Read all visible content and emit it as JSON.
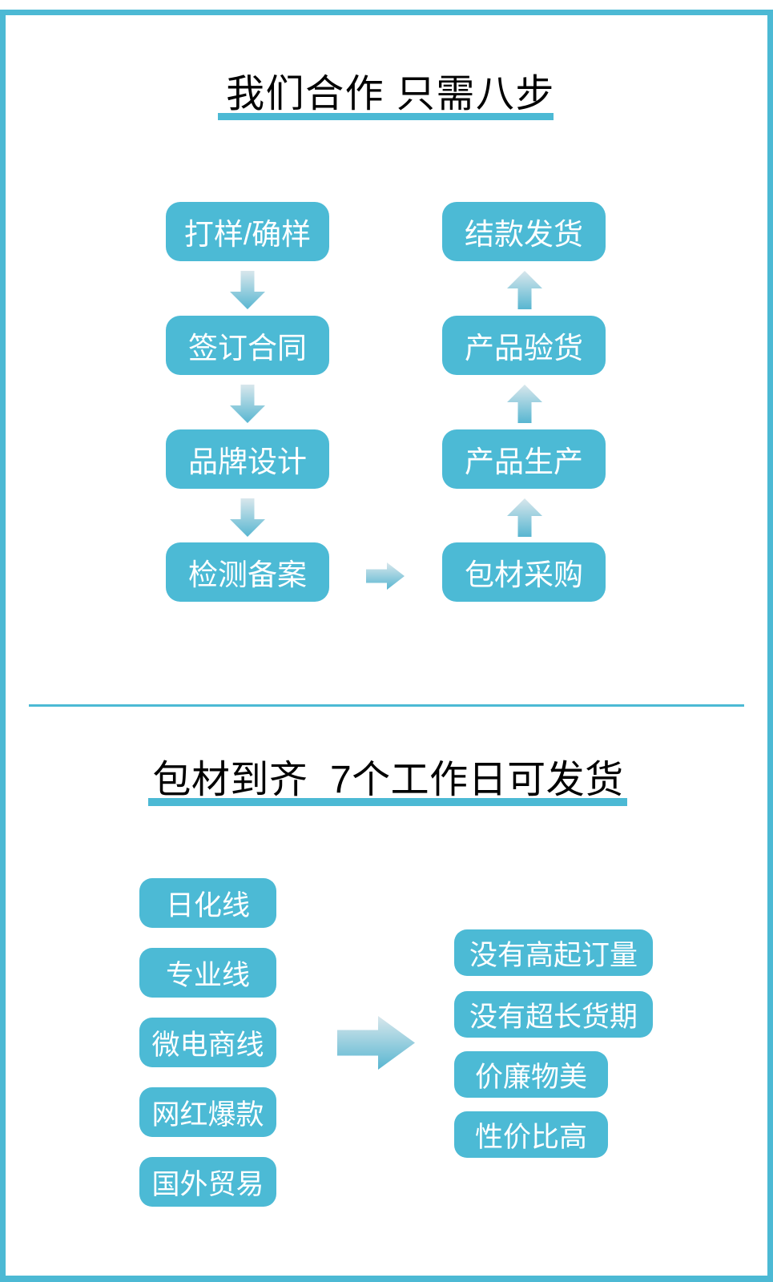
{
  "colors": {
    "accent": "#4cb9d4",
    "box_fill": "#4cbad5",
    "box_text": "#ffffff",
    "title_text": "#000000",
    "arrow_gradient_top": "#d8e7ec",
    "arrow_gradient_bottom": "#58b6d1",
    "background": "#ffffff"
  },
  "section1": {
    "title": "我们合作 只需八步",
    "left_steps": [
      "打样/确样",
      "签订合同",
      "品牌设计",
      "检测备案"
    ],
    "right_steps": [
      "结款发货",
      "产品验货",
      "产品生产",
      "包材采购"
    ]
  },
  "section2": {
    "title": "包材到齐  7个工作日可发货",
    "categories": [
      "日化线",
      "专业线",
      "微电商线",
      "网红爆款",
      "国外贸易"
    ],
    "benefits": [
      "没有高起订量",
      "没有超长货期",
      "价廉物美",
      "性价比高"
    ]
  }
}
